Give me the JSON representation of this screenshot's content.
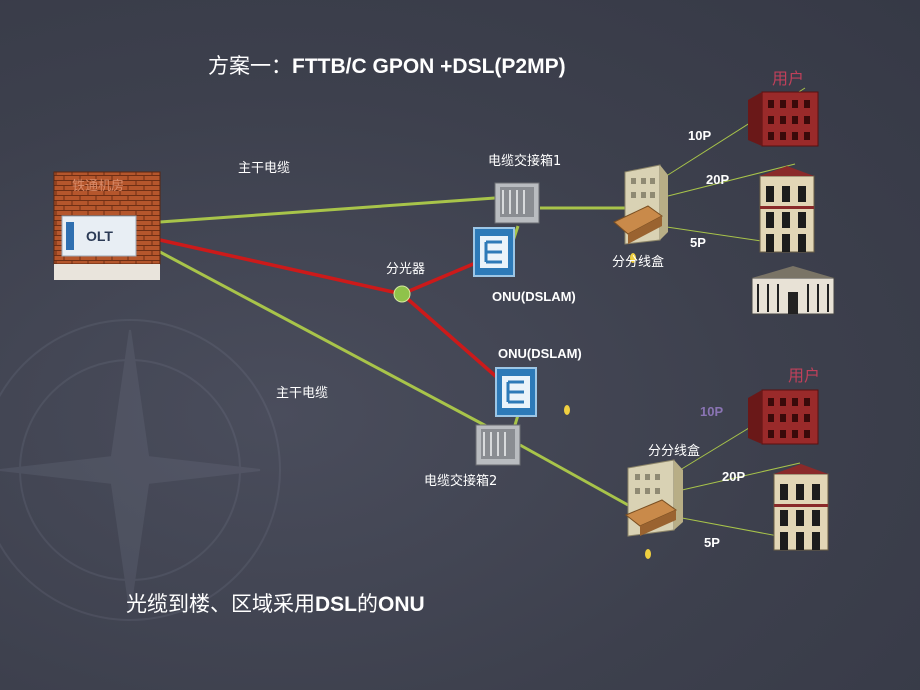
{
  "title": {
    "prefix": "方案一：",
    "main": "FTTB/C  GPON +DSL(P2MP)"
  },
  "olt": {
    "room_label": "铁通机房",
    "label": "OLT"
  },
  "labels": {
    "trunk_top": "主干电缆",
    "trunk_bottom": "主干电缆",
    "splitter": "分光器",
    "cabinet1": "电缆交接箱1",
    "cabinet2": "电缆交接箱2",
    "onu1": "ONU(DSLAM)",
    "onu2": "ONU(DSLAM)",
    "dist_box1": "分分线盒",
    "dist_box2": "分分线盒",
    "user_top": "用户",
    "user_bottom": "用户"
  },
  "pairs_top": [
    "10P",
    "20P",
    "5P"
  ],
  "pairs_bottom": [
    "10P",
    "20P",
    "5P"
  ],
  "bottom_text": {
    "prefix": "光缆到楼、区域采用",
    "main": "DSL",
    "mid": "的",
    "tail": "ONU"
  },
  "colors": {
    "fiber": "#cc1a1a",
    "copper": "#a8c44a",
    "background": "#3f4250",
    "user_text": "#c0405a",
    "muted_text": "#8a74b4"
  }
}
